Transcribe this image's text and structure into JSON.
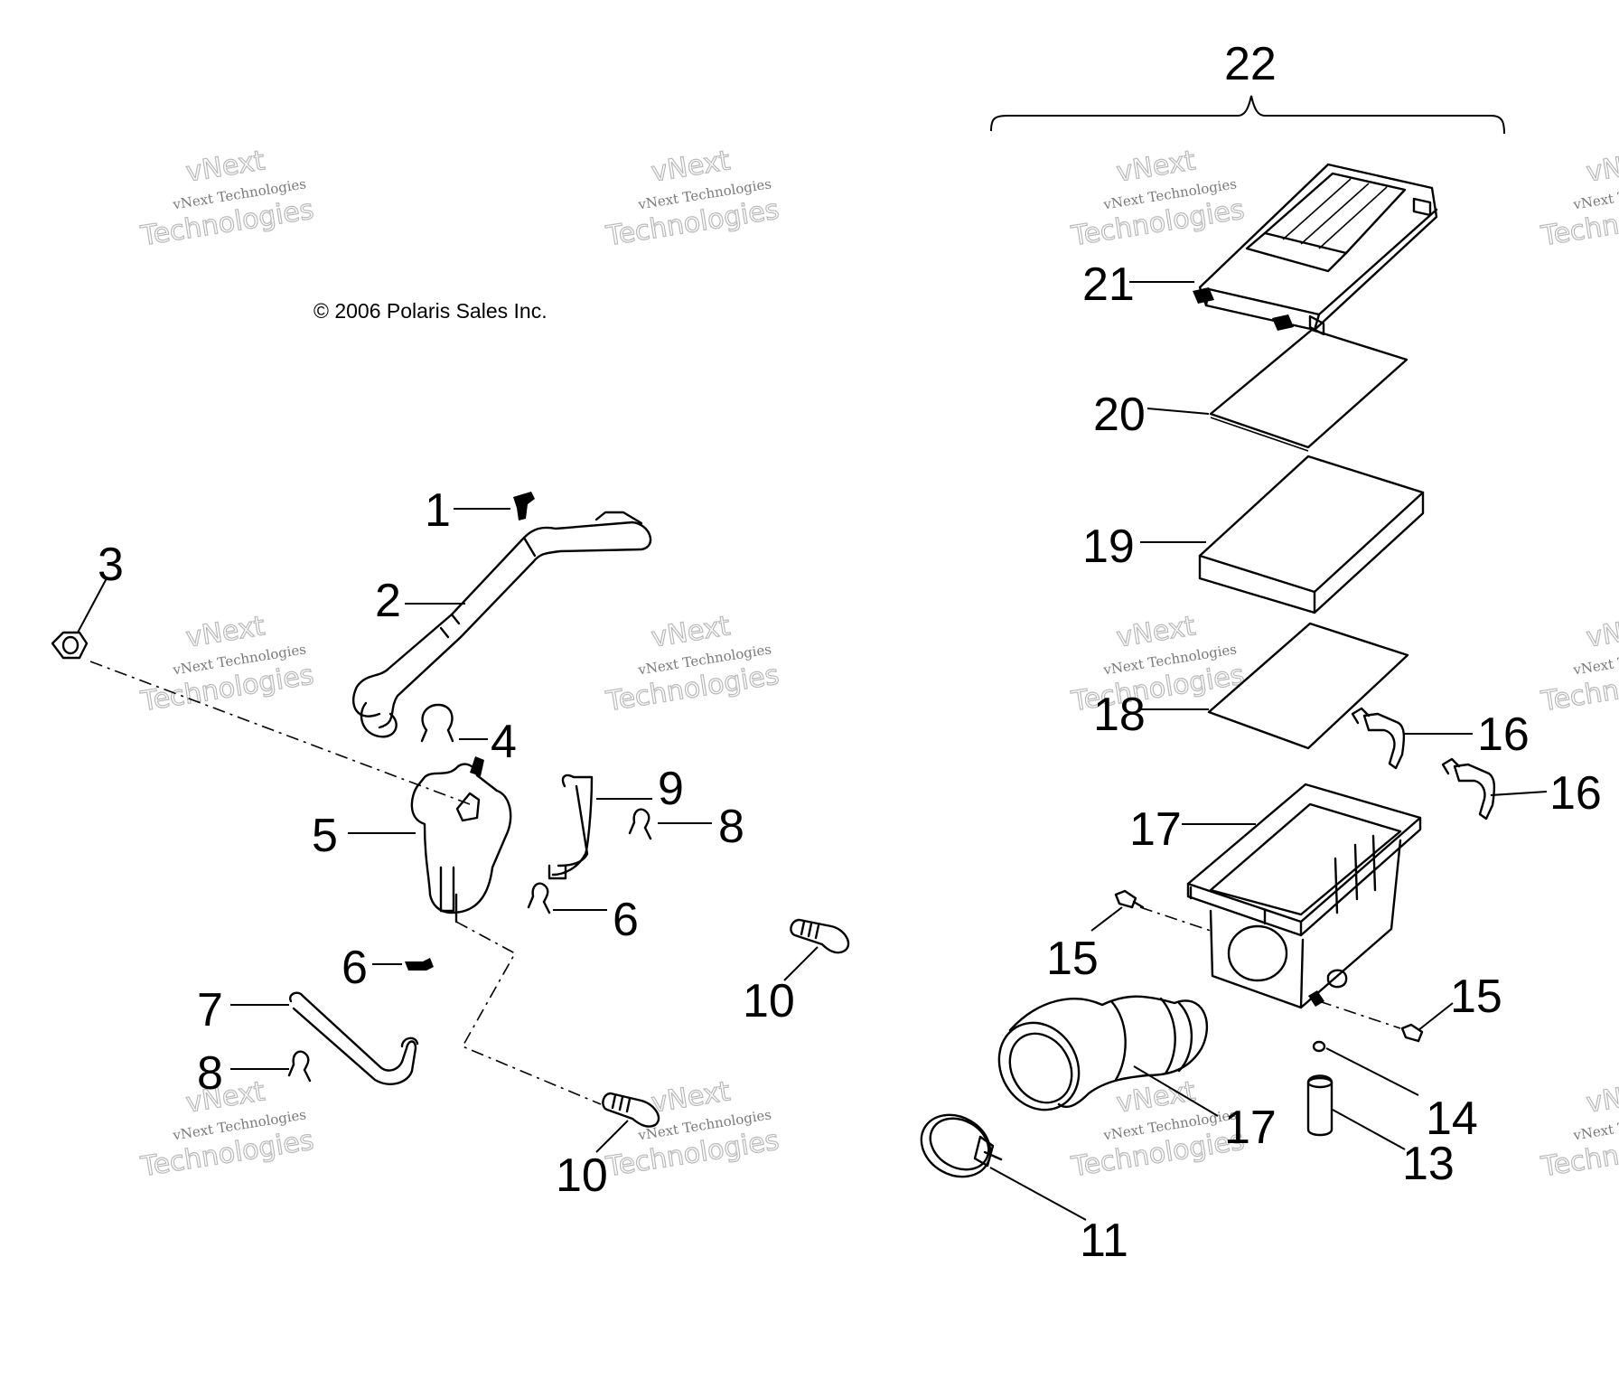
{
  "copyright": "© 2006 Polaris Sales Inc.",
  "watermark": {
    "line1": "vNext Technologies",
    "line2": "Technologies",
    "line3": "vNext"
  },
  "callouts": {
    "c1": "1",
    "c2": "2",
    "c3": "3",
    "c4": "4",
    "c5": "5",
    "c6a": "6",
    "c6b": "6",
    "c7": "7",
    "c8a": "8",
    "c8b": "8",
    "c9": "9",
    "c10a": "10",
    "c10b": "10",
    "c11": "11",
    "c13": "13",
    "c14": "14",
    "c15a": "15",
    "c15b": "15",
    "c16a": "16",
    "c16b": "16",
    "c17a": "17",
    "c17b": "17",
    "c18": "18",
    "c19": "19",
    "c20": "20",
    "c21": "21",
    "c22": "22"
  }
}
